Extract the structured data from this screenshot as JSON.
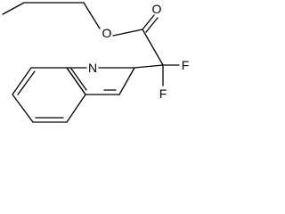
{
  "molecule": {
    "atoms": {
      "O_carbonyl": "O",
      "O_ester": "O",
      "F_upper": "F",
      "F_lower": "F",
      "N_ring": "N"
    }
  },
  "colors": {
    "bond": "#000000",
    "label": "#000000",
    "background": "#ffffff"
  }
}
